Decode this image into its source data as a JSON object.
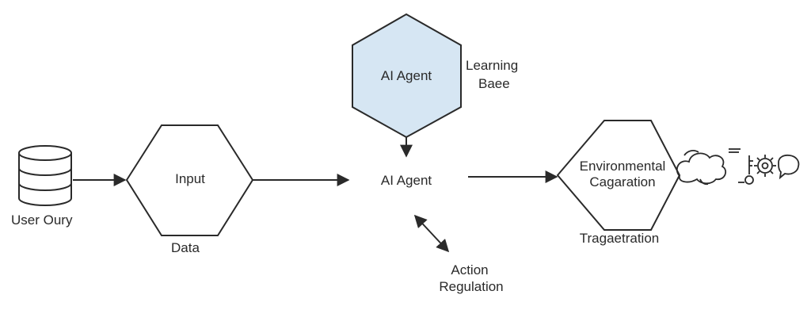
{
  "nodes": {
    "database": {
      "label": "User Oury"
    },
    "input": {
      "label": "Input",
      "sublabel": "Data"
    },
    "agent_top": {
      "label": "AI Agent",
      "side_label_line1": "Learning",
      "side_label_line2": "Baee",
      "fill": "#d6e6f3"
    },
    "agent_center": {
      "label": "AI Agent"
    },
    "action": {
      "line1": "Action",
      "line2": "Regulation"
    },
    "environment": {
      "line1": "Environmental",
      "line2": "Cagaration",
      "sublabel": "Tragaetration"
    }
  },
  "colors": {
    "stroke": "#2a2a2a",
    "agent_fill": "#d6e6f3"
  },
  "icons": [
    "database-icon",
    "cloud-icon",
    "gear-icon",
    "key-icon",
    "speech-bubble-icon"
  ]
}
